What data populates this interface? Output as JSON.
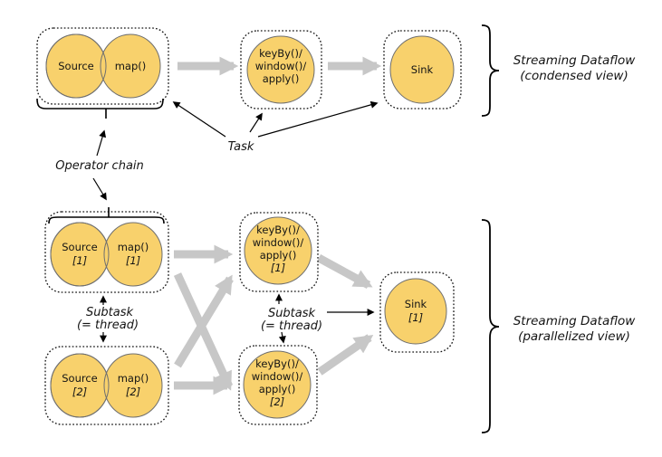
{
  "colors": {
    "node_fill": "#F8D16C",
    "node_stroke": "#6f6f6f",
    "flow_arrow_gray": "#C7C7C7",
    "annotation_black": "#000000",
    "background": "#ffffff"
  },
  "condensed": {
    "source_label": "Source",
    "map_label": "map()",
    "keyby_lines": [
      "keyBy()/",
      "window()/",
      "apply()"
    ],
    "sink_label": "Sink",
    "caption_line1": "Streaming Dataflow",
    "caption_line2": "(condensed view)"
  },
  "annotations": {
    "task": "Task",
    "operator_chain": "Operator chain",
    "subtask": "Subtask",
    "subtask_thread": "(= thread)"
  },
  "parallel": {
    "source1_label": "Source",
    "source1_index": "[1]",
    "map1_label": "map()",
    "map1_index": "[1]",
    "source2_label": "Source",
    "source2_index": "[2]",
    "map2_label": "map()",
    "map2_index": "[2]",
    "keyby1_lines": [
      "keyBy()/",
      "window()/",
      "apply()"
    ],
    "keyby1_index": "[1]",
    "keyby2_lines": [
      "keyBy()/",
      "window()/",
      "apply()"
    ],
    "keyby2_index": "[2]",
    "sink1_label": "Sink",
    "sink1_index": "[1]",
    "caption_line1": "Streaming Dataflow",
    "caption_line2": "(parallelized view)"
  }
}
